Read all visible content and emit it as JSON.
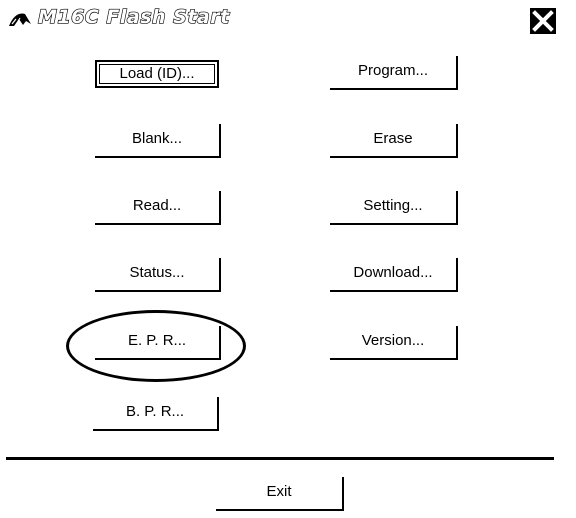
{
  "window": {
    "title": "M16C Flash Start",
    "icon": "flash-logo-icon",
    "close_icon": "close-icon"
  },
  "buttons": {
    "load": "Load (ID)...",
    "program": "Program...",
    "blank": "Blank...",
    "erase": "Erase",
    "read": "Read...",
    "setting": "Setting...",
    "status": "Status...",
    "download": "Download...",
    "epr": "E. P. R...",
    "version": "Version...",
    "bpr": "B. P. R...",
    "exit": "Exit"
  },
  "focused_button": "load",
  "highlighted_button": "epr",
  "colors": {
    "foreground": "#000000",
    "background": "#ffffff"
  }
}
